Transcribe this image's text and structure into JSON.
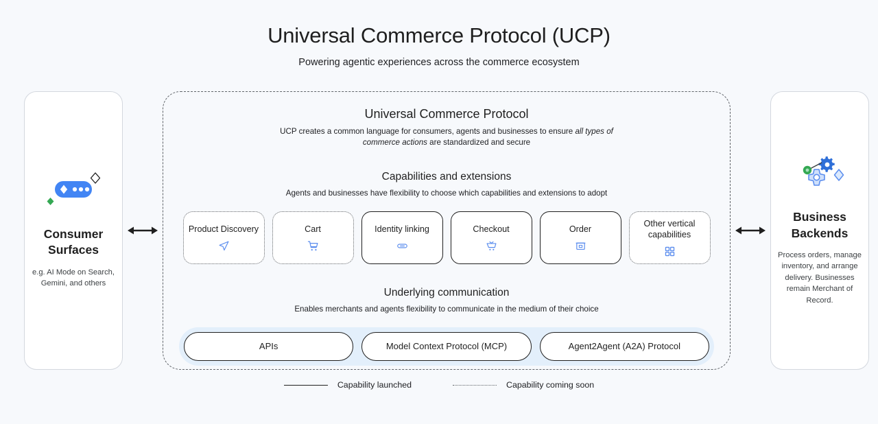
{
  "header": {
    "title": "Universal Commerce Protocol (UCP)",
    "subtitle": "Powering agentic experiences across the commerce ecosystem"
  },
  "left_panel": {
    "icon": "ai-chat-sparkle-icon",
    "title": "Consumer Surfaces",
    "description": "e.g. AI Mode on Search, Gemini, and others"
  },
  "right_panel": {
    "icon": "gears-settings-icon",
    "title": "Business Backends",
    "description": "Process orders, manage inventory, and arrange delivery. Businesses remain Merchant of Record."
  },
  "arrows": {
    "left_arrow": "bidirectional-arrow-icon",
    "right_arrow": "bidirectional-arrow-icon"
  },
  "ucp": {
    "title": "Universal Commerce Protocol",
    "description_part1": "UCP creates a common language for consumers, agents and businesses to ensure ",
    "description_emphasis": "all types of commerce actions",
    "description_part2": " are standardized and secure",
    "capabilities": {
      "title": "Capabilities and extensions",
      "subtitle": "Agents and businesses have flexibility to choose which capabilities and extensions to adopt",
      "cards": [
        {
          "label": "Product Discovery",
          "status": "soon",
          "icon": "send-paper-plane-icon"
        },
        {
          "label": "Cart",
          "status": "soon",
          "icon": "shopping-cart-icon"
        },
        {
          "label": "Identity linking",
          "status": "launched",
          "icon": "link-chain-icon"
        },
        {
          "label": "Checkout",
          "status": "launched",
          "icon": "checkout-cart-icon"
        },
        {
          "label": "Order",
          "status": "launched",
          "icon": "order-box-icon"
        },
        {
          "label": "Other vertical capabilities",
          "status": "soon",
          "icon": "grid-apps-icon"
        }
      ]
    },
    "communication": {
      "title": "Underlying communication",
      "subtitle": "Enables merchants and agents flexibility to communicate in the medium of their choice",
      "protocols": [
        {
          "label": "APIs"
        },
        {
          "label": "Model Context Protocol (MCP)"
        },
        {
          "label": "Agent2Agent (A2A) Protocol"
        }
      ]
    }
  },
  "legend": [
    {
      "style": "solid",
      "label": "Capability launched"
    },
    {
      "style": "dotted",
      "label": "Capability coming soon"
    }
  ],
  "colors": {
    "background": "#f7f9fc",
    "accent_blue": "#4285f4",
    "icon_blue": "#5b8dee",
    "accent_green": "#34a853",
    "strip_blue": "#e3effb",
    "text": "#1f1f1f"
  }
}
